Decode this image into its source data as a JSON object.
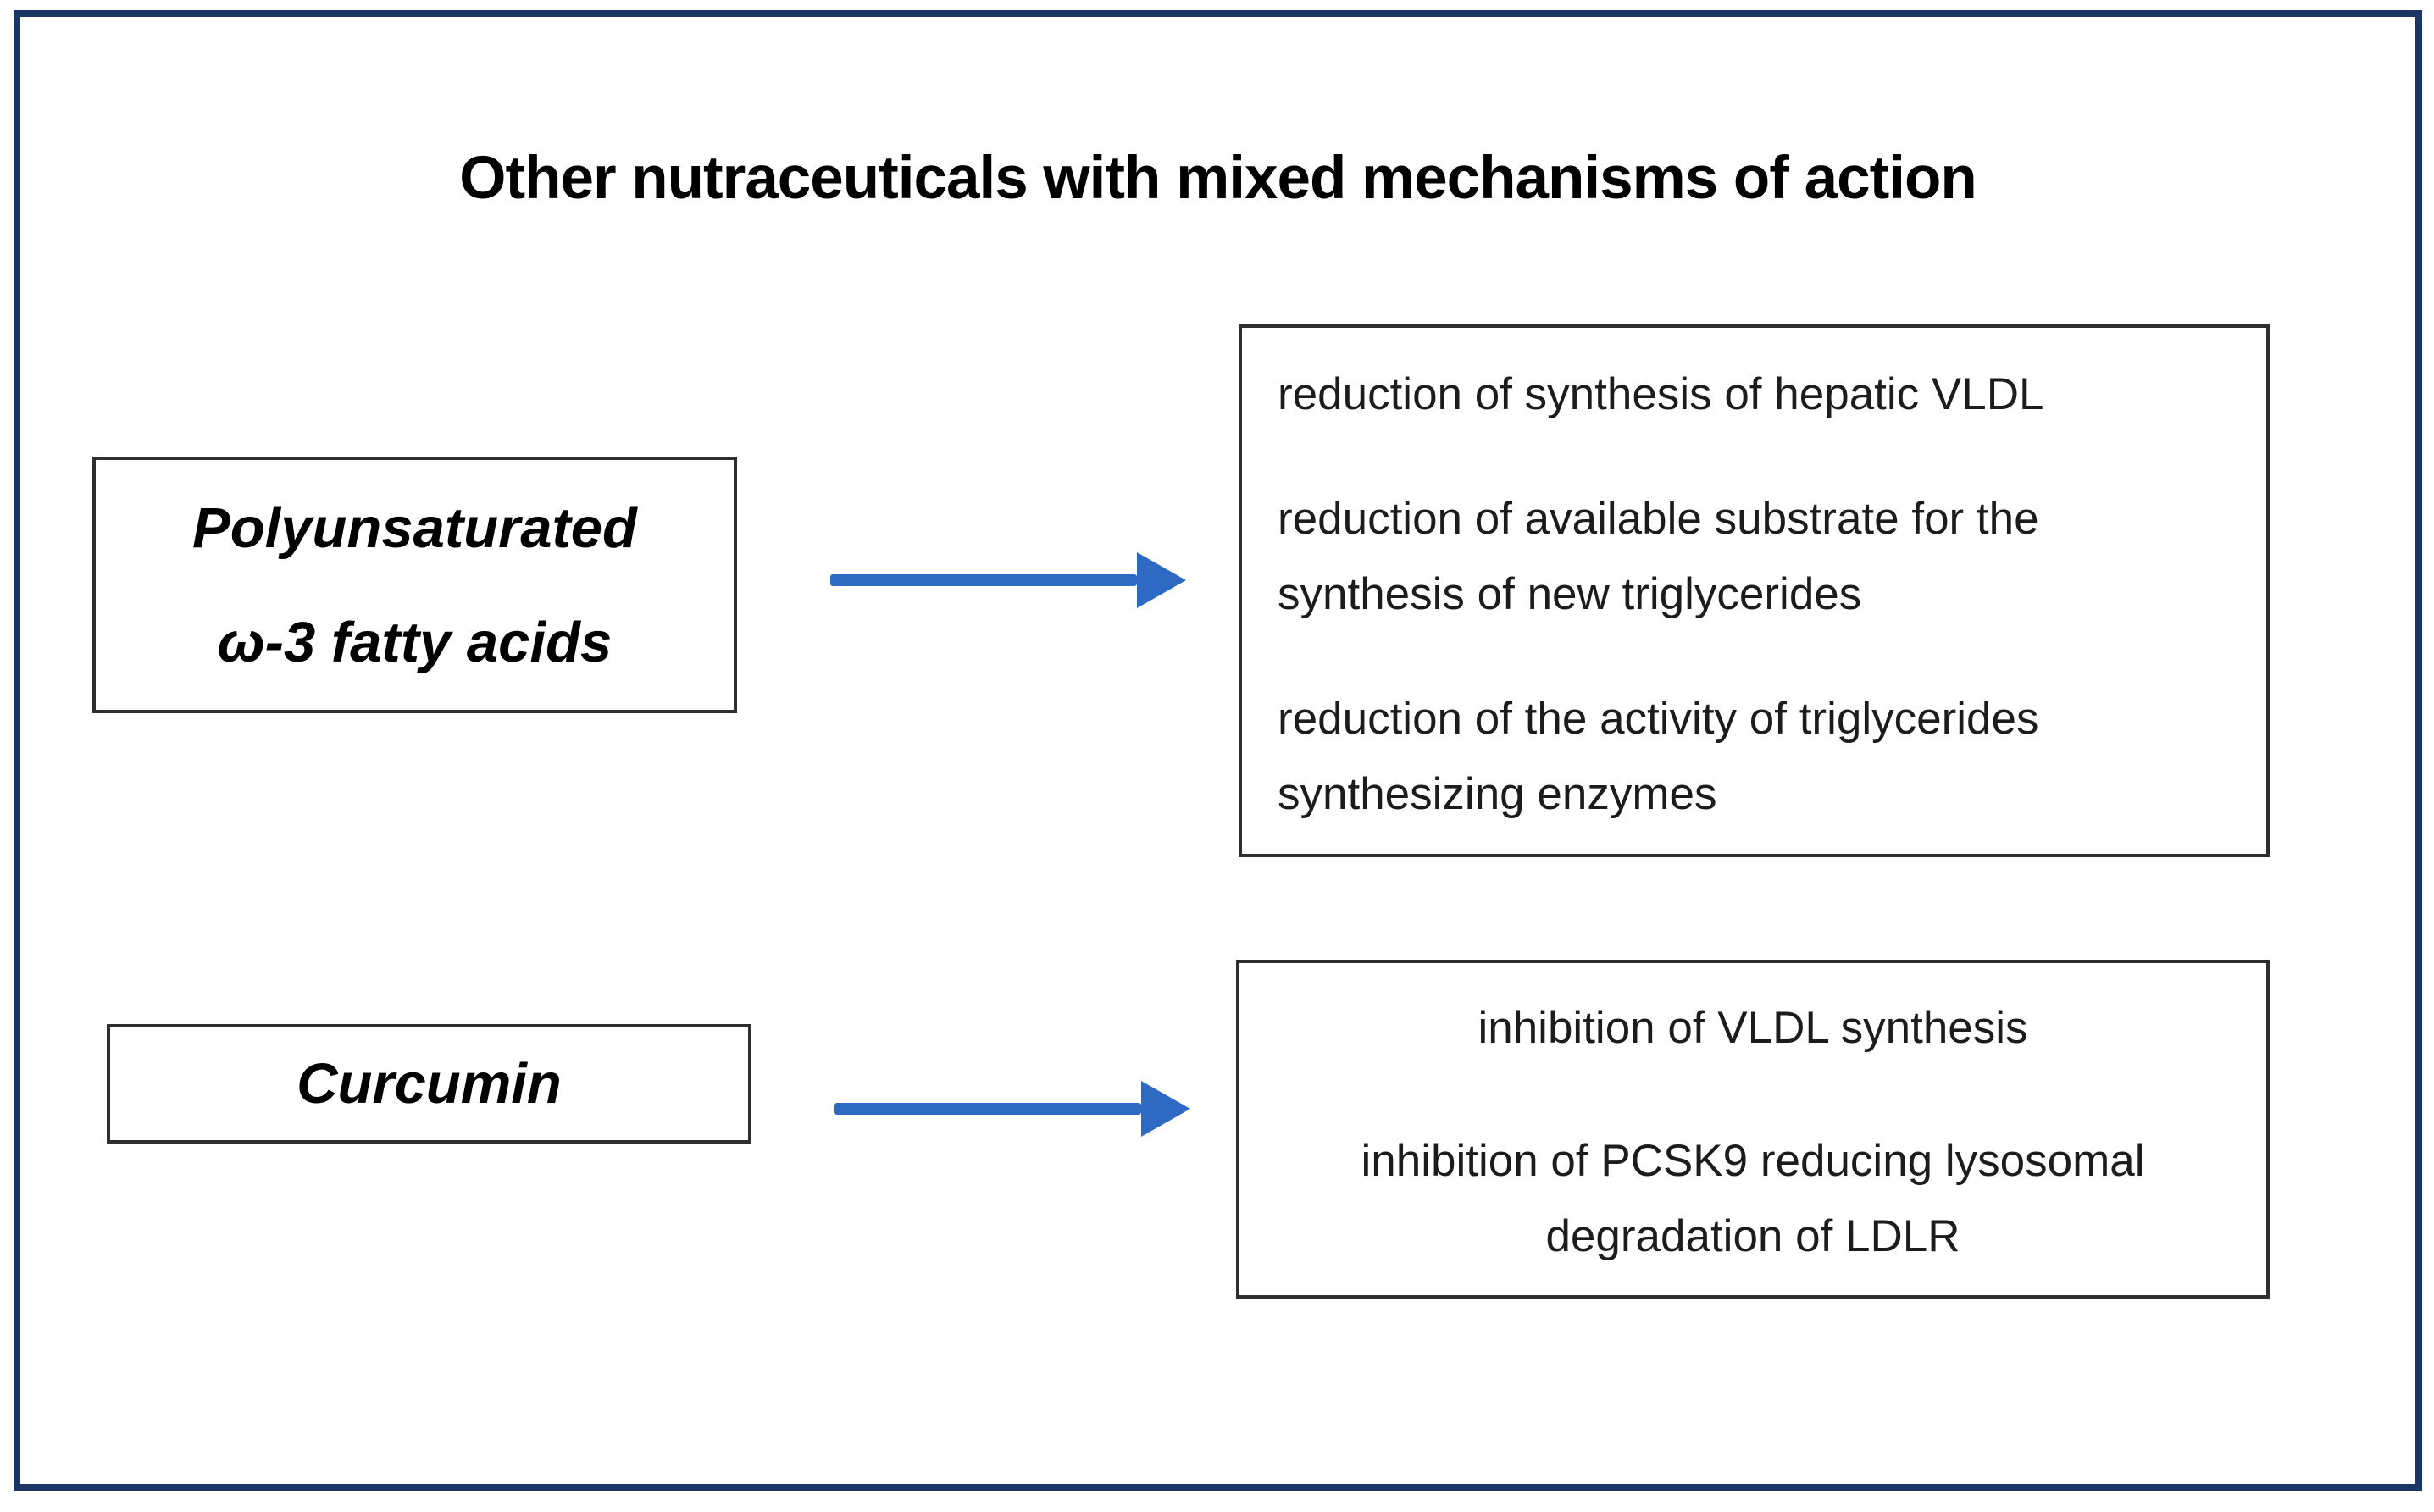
{
  "title": "Other nutraceuticals with mixed mechanisms of action",
  "colors": {
    "frame": "#1b3564",
    "box_border": "#2e2e2e",
    "arrow": "#2e6ac3",
    "text": "#111111"
  },
  "rows": [
    {
      "source": {
        "line1": "Polyunsaturated",
        "line2": "ω-3 fatty acids"
      },
      "effects": [
        "reduction of synthesis of hepatic VLDL",
        "reduction of available substrate for the synthesis of new triglycerides",
        "reduction of the activity of triglycerides synthesizing enzymes"
      ]
    },
    {
      "source": {
        "label": "Curcumin"
      },
      "effects": [
        "inhibition of VLDL synthesis",
        "inhibition of PCSK9 reducing lysosomal degradation of LDLR"
      ]
    }
  ]
}
